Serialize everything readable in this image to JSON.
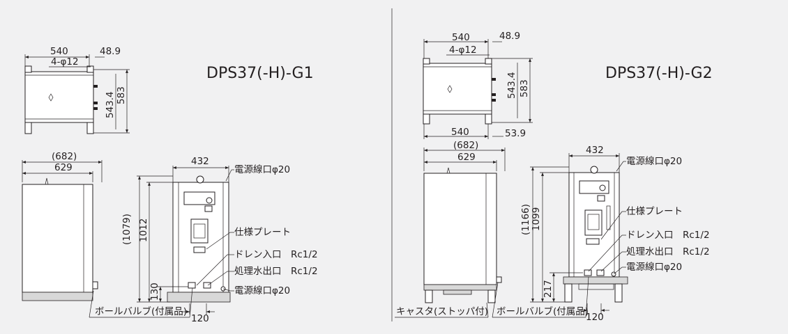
{
  "models": [
    {
      "title": "DPS37(-H)-G1",
      "top_view": {
        "width": "540",
        "offset": "48.9",
        "holes": "4-φ12",
        "depth_inner": "543.4",
        "depth": "583"
      },
      "front_view": {
        "outer_width": "(682)",
        "width": "629"
      },
      "side_view": {
        "width": "432",
        "outer_height": "(1079)",
        "height": "1012",
        "base_height": "130",
        "valve_spacing": "120",
        "labels": {
          "power_inlet_top": "電源線口φ20",
          "spec_plate": "仕様プレート",
          "drain_inlet": "ドレン入口　Rc1/2",
          "treated_water_outlet": "処理水出口　Rc1/2",
          "power_inlet_bottom": "電源線口φ20",
          "ball_valve": "ボールバルブ(付属品)"
        }
      }
    },
    {
      "title": "DPS37(-H)-G2",
      "top_view": {
        "width": "540",
        "offset": "48.9",
        "holes": "4-φ12",
        "depth_inner": "543.4",
        "depth": "583",
        "bottom_width": "540",
        "bottom_offset": "53.9"
      },
      "front_view": {
        "outer_width": "(682)",
        "width": "629"
      },
      "side_view": {
        "width": "432",
        "outer_height": "(1166)",
        "height": "1099",
        "base_height": "217",
        "valve_spacing": "120",
        "labels": {
          "power_inlet_top": "電源線口φ20",
          "spec_plate": "仕様プレート",
          "drain_inlet": "ドレン入口　Rc1/2",
          "treated_water_outlet": "処理水出口　Rc1/2",
          "power_inlet_bottom": "電源線口φ20",
          "ball_valve": "ボールバルブ(付属品)",
          "caster": "キャスタ(ストッパ付)"
        }
      }
    }
  ]
}
